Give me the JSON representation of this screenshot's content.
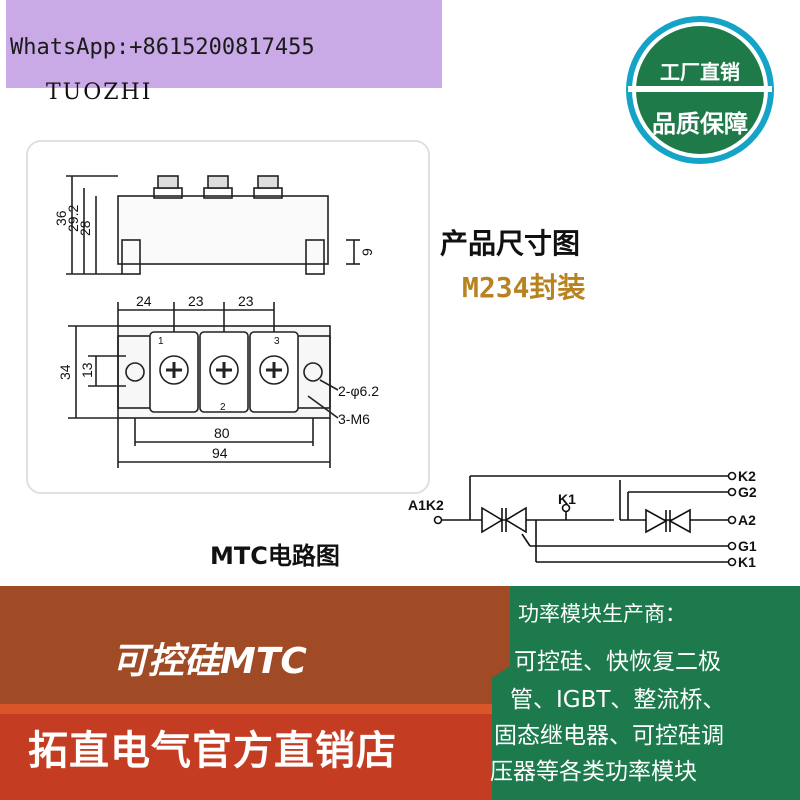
{
  "header": {
    "whatsapp": "WhatsApp:+8615200817455",
    "brand": "TUOZHI"
  },
  "badge": {
    "line1": "工厂直销",
    "line2": "品质保障",
    "colors": {
      "green": "#1f7a4a",
      "ring": "#16a3c8"
    }
  },
  "dimension_drawing": {
    "title": "产品尺寸图",
    "package": "M234封装",
    "side_view": {
      "height_36": "36",
      "height_29_2": "29.2",
      "height_28": "28",
      "base_9": "9"
    },
    "top_view": {
      "spacing": [
        "24",
        "23",
        "23"
      ],
      "height_34": "34",
      "height_13": "13",
      "terminals": [
        "1",
        "2",
        "3"
      ],
      "hole_note": "2-φ6.2",
      "screw_note": "3-M6",
      "width_80": "80",
      "width_94": "94"
    }
  },
  "circuit": {
    "title": "MTC电路图",
    "labels": {
      "a1k2": "A1K2",
      "k1_top": "K1",
      "k2": "K2",
      "g2": "G2",
      "a2": "A2",
      "g1": "G1",
      "k1": "K1"
    }
  },
  "bottom": {
    "product": "可控硅MTC",
    "store": "拓直电气官方直销店",
    "info_heading": "功率模块生产商：",
    "info_lines": [
      "可控硅、快恢复二极",
      "管、IGBT、整流桥、",
      "固态继电器、可控硅调",
      "压器等各类功率模块"
    ],
    "colors": {
      "red": "#c43d22",
      "brown": "#a14a26",
      "green": "#1d7a4c",
      "stripe": "#d8562a"
    }
  }
}
